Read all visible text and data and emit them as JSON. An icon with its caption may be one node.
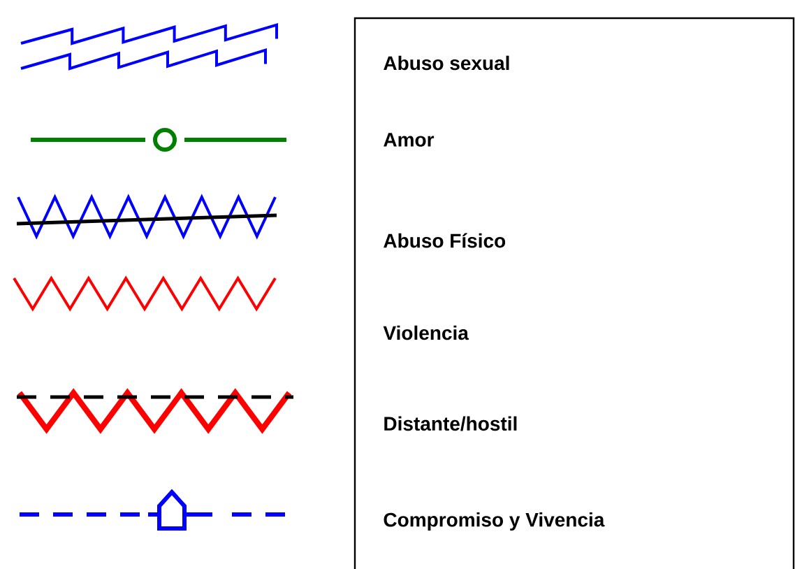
{
  "diagram": {
    "legend": [
      {
        "text": "Abuso sexual"
      },
      {
        "text": "Amor"
      },
      {
        "text": "Abuso Físico"
      },
      {
        "text": "Violencia"
      },
      {
        "text": "Distante/hostil"
      },
      {
        "text": "Compromiso y Vivencia"
      }
    ]
  }
}
